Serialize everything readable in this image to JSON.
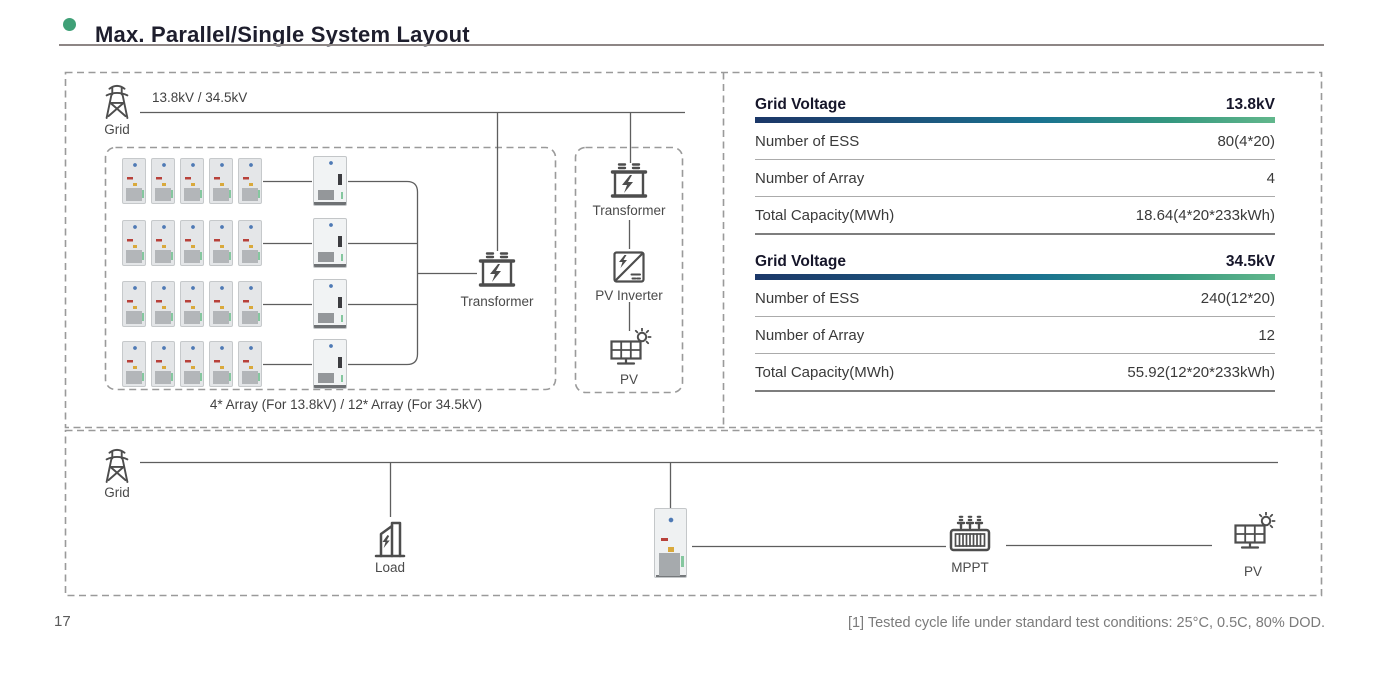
{
  "page": {
    "title": "Max. Parallel/Single System Layout",
    "page_number": "17",
    "footnote": "[1] Tested cycle life under standard test conditions: 25°C, 0.5C, 80% DOD.",
    "accent_green": "#3fa077",
    "gradient_bar_colors": [
      "#1b3768",
      "#1a7390",
      "#62b78c"
    ]
  },
  "parallel_diagram": {
    "grid_label": "Grid",
    "grid_voltage_label": "13.8kV / 34.5kV",
    "transformer_label": "Transformer",
    "array_caption": "4* Array (For 13.8kV)  / 12* Array (For 34.5kV)",
    "array_rows": 4,
    "units_per_row": 5,
    "pv_chain": {
      "transformer_label": "Transformer",
      "pv_inverter_label": "PV Inverter",
      "pv_label": "PV"
    }
  },
  "tables": [
    {
      "header_label": "Grid Voltage",
      "header_value": "13.8kV",
      "rows": [
        {
          "label": "Number of ESS",
          "value": "80(4*20)"
        },
        {
          "label": "Number of Array",
          "value": "4"
        },
        {
          "label": "Total Capacity(MWh)",
          "value": "18.64(4*20*233kWh)"
        }
      ]
    },
    {
      "header_label": "Grid Voltage",
      "header_value": "34.5kV",
      "rows": [
        {
          "label": "Number of ESS",
          "value": "240(12*20)"
        },
        {
          "label": "Number of Array",
          "value": "12"
        },
        {
          "label": "Total Capacity(MWh)",
          "value": "55.92(12*20*233kWh)"
        }
      ]
    }
  ],
  "single_diagram": {
    "grid_label": "Grid",
    "load_label": "Load",
    "mppt_label": "MPPT",
    "pv_label": "PV"
  }
}
